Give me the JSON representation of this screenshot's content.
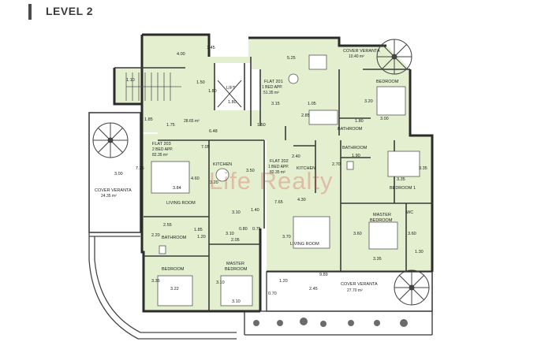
{
  "page_title": "LEVEL 2",
  "watermark": "Life Realty",
  "flats": [
    {
      "name": "FLAT 201",
      "type": "1 BED APP.",
      "area": "51.35 m²"
    },
    {
      "name": "FLAT 202",
      "type": "1 BED APP.",
      "area": "82.35 m²"
    },
    {
      "name": "FLAT 203",
      "type": "2 BED APP.",
      "area": "82.35 m²"
    }
  ],
  "rooms": {
    "lift": "LIFT",
    "cover_veranta": "COVER VERANTA",
    "kitchen": "KITCHEN",
    "living_room": "LIVING ROOM",
    "bedroom": "BEDROOM",
    "bedroom_1": "BEDROOM 1",
    "bathroom": "BATHROOM",
    "master_bedroom": "MASTER BEDROOM",
    "master": "MASTER",
    "wc": "WC"
  },
  "areas": {
    "veranta_top": "10.40 m²",
    "veranta_left": "24.35 m²",
    "veranta_bottom": "27.70 m²",
    "corridor": "28.65 m²"
  },
  "dimensions": {
    "d4_00": "4.00",
    "d1_45": "1.45",
    "d5_25": "5.25",
    "d1_10": "1.10",
    "d1_50": "1.50",
    "d1_80a": "1.80",
    "d1_80b": "1.80",
    "d3_15": "3.15",
    "d1_05": "1.05",
    "d2_85a": "2.85",
    "d3_20a": "3.20",
    "d3_00a": "3.00",
    "d1_85": "1.85",
    "d1_75": "1.75",
    "d6_48": "6.48",
    "d1_50b": "1.50",
    "d7_05": "7.05",
    "d2_40": "2.40",
    "d1_90": "1.90",
    "d3_35a": "3.35",
    "d3_35b": "3.35",
    "d2_70": "2.70",
    "d3_00b": "3.00",
    "d7_25": "7.25",
    "d3_20b": "3.20",
    "d4_60": "4.60",
    "d3_84": "3.84",
    "d3_50": "3.50",
    "d7_65": "7.65",
    "d4_30": "4.30",
    "d3_10a": "3.10",
    "d1_40": "1.40",
    "d2_55": "2.55",
    "d2_20": "2.20",
    "d1_85b": "1.85",
    "d1_20a": "1.20",
    "d3_10b": "3.10",
    "d0_80": "0.80",
    "d0_75": "0.75",
    "d2_05": "2.05",
    "d3_70": "3.70",
    "d3_60a": "3.60",
    "d3_60b": "3.60",
    "d1_30": "1.30",
    "d3_35c": "3.35",
    "d3_35d": "3.35",
    "d3_22": "3.22",
    "d3_10c": "3.10",
    "d3_10d": "3.10",
    "d9_89": "9.89",
    "d1_20b": "1.20",
    "d2_45": "2.45",
    "d0_70": "0.70"
  }
}
